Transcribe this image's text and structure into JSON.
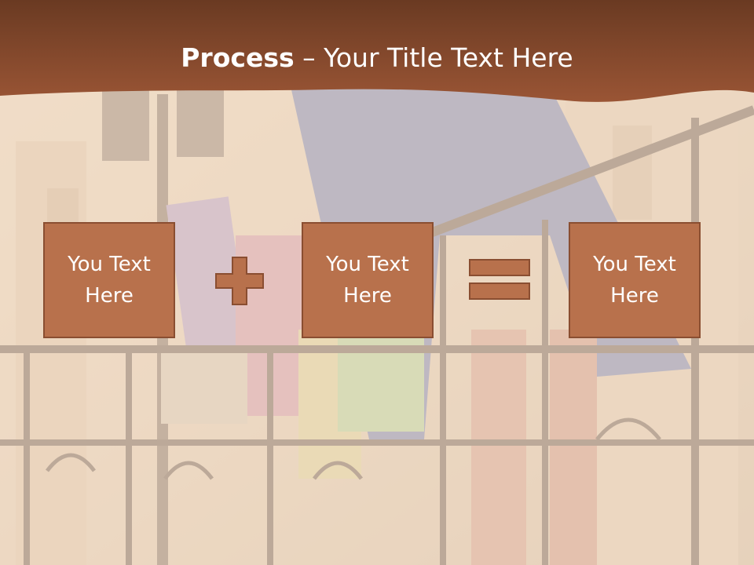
{
  "slide": {
    "title_bold": "Process",
    "title_rest": " – Your Title Text Here",
    "boxes": [
      {
        "label": "You Text Here"
      },
      {
        "label": "You Text Here"
      },
      {
        "label": "You Text Here"
      }
    ],
    "operators": [
      "plus",
      "equals"
    ]
  },
  "colors": {
    "header": "#86492d",
    "box_fill": "#b8714c",
    "box_border": "#8a4e31",
    "text": "#ffffff"
  },
  "icons": [
    "plus-icon",
    "equals-icon"
  ]
}
